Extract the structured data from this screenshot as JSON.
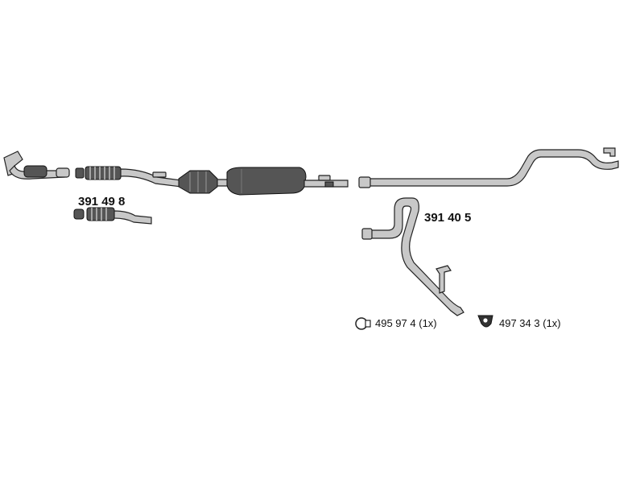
{
  "parts": [
    {
      "number": "391 49 8"
    },
    {
      "number": "391 40 5"
    }
  ],
  "accessories": [
    {
      "number": "495 97 4",
      "qty": "(1x)",
      "icon": "clamp-ring-icon"
    },
    {
      "number": "497 34 3",
      "qty": "(1x)",
      "icon": "rubber-mount-icon"
    }
  ],
  "colors": {
    "pipe": "#c8c8c8",
    "outline": "#222222",
    "dark": "#555555"
  }
}
